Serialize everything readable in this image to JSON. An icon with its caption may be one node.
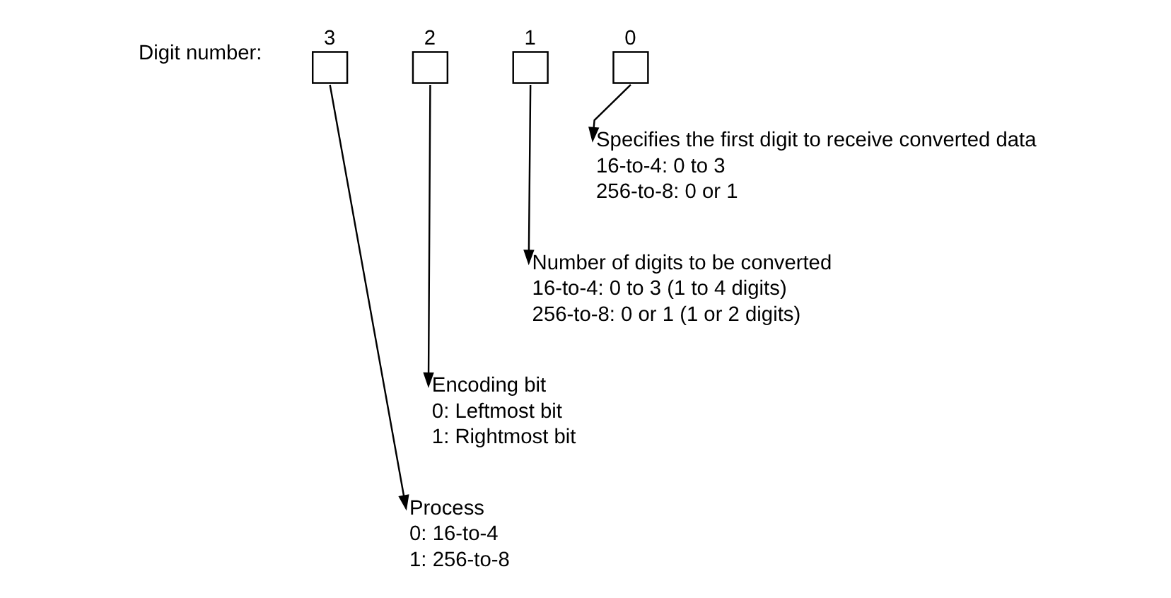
{
  "diagram": {
    "nodes": [
      {
        "text": [
          "3"
        ]
      },
      {
        "text": [
          "2"
        ]
      },
      {
        "text": [
          "1"
        ]
      },
      {
        "text": [
          "0"
        ]
      },
      {
        "text": [
          "Specifies the first digit to receive converted data",
          "16-to-4: 0 to 3",
          "256-to-8: 0 or 1"
        ]
      },
      {
        "text": [
          "Number of digits to be converted",
          "16-to-4: 0 to 3 (1 to 4 digits)",
          "256-to-8: 0 or 1 (1 or 2 digits)"
        ]
      },
      {
        "text": [
          "Encoding bit",
          "0: Leftmost bit",
          "1: Rightmost bit"
        ]
      },
      {
        "text": [
          "Process",
          "0: 16-to-4",
          "1: 256-to-8"
        ]
      }
    ],
    "edges": [
      {
        "from": 3,
        "to": 4,
        "arrow": "to"
      },
      {
        "from": 2,
        "to": 5,
        "arrow": "to"
      },
      {
        "from": 1,
        "to": 6,
        "arrow": "to"
      },
      {
        "from": 0,
        "to": 7,
        "arrow": "to"
      }
    ],
    "labels": [
      "Digit number:"
    ]
  }
}
